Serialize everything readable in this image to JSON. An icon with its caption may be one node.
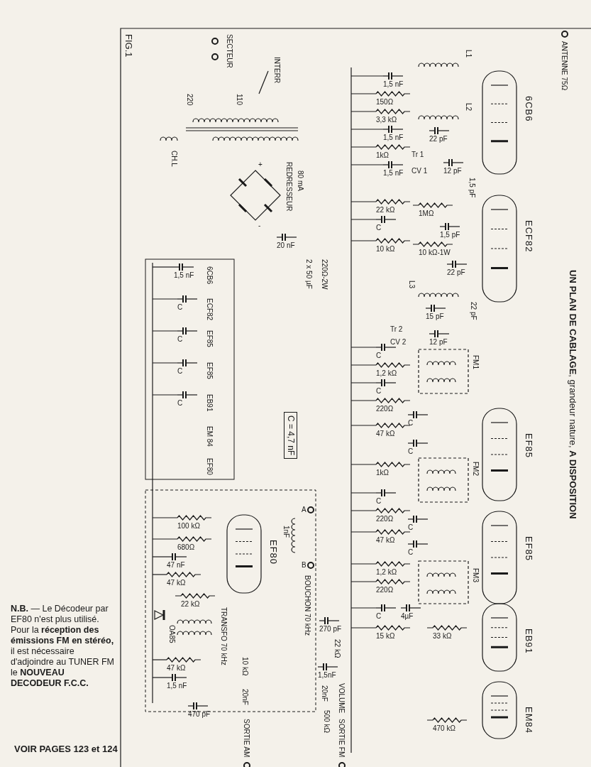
{
  "diagram": {
    "title": "FIG.1",
    "caption": "**UN PLAN DE CABLAGE**, grandeur nature, **A DISPOSITION**",
    "labels": [
      "SECTEUR",
      "INTERR",
      "220",
      "110",
      "CH.L",
      "REDRESSEUR",
      "80 mA",
      "+",
      "-",
      "ANTENNE 75Ω",
      "L1",
      "1,5 nF",
      "150Ω",
      "3,3 kΩ",
      "1,5 nF",
      "1kΩ",
      "L2",
      "1,5 nF",
      "22 pF",
      "Tr 1",
      "CV 1",
      "12 pF",
      "1,5 pF",
      "6CB6",
      "22 kΩ",
      "1MΩ",
      "C",
      "1,5 pF",
      "10 kΩ-1W",
      "10 kΩ",
      "22 pF",
      "ECF82",
      "L3",
      "22 pF",
      "15 pF",
      "Tr 2",
      "CV 2",
      "12 pF",
      "FM1",
      "C",
      "1,2 kΩ",
      "C",
      "220Ω",
      "C",
      "47 kΩ",
      "C",
      "EF85",
      "1kΩ",
      "FM2",
      "C",
      "220Ω",
      "C",
      "47 kΩ",
      "C",
      "EF85",
      "1,2 kΩ",
      "220Ω",
      "FM3",
      "C",
      "4µF",
      "15 kΩ",
      "33 kΩ",
      "EB91",
      "EM84",
      "470 kΩ",
      "20 nF",
      "2 x 50 µF",
      "220Ω-2W",
      "C = 4,7 nF",
      "1,5 nF",
      "C",
      "C",
      "C",
      "C",
      "6CB6",
      "ECF82",
      "EF85",
      "EF85",
      "EB91",
      "EM 84",
      "EF80",
      "100 kΩ",
      "680Ω",
      "47 nF",
      "47 kΩ",
      "22 kΩ",
      "EF80",
      "1nF",
      "A",
      "B",
      "BOUCHON 70 kHz",
      "TRANSFO 70 kHz",
      "OA85",
      "47 kΩ",
      "1,5 nF",
      "10 kΩ",
      "470 pF",
      "20nF",
      "SORTIE AM",
      "270 pF",
      "22 kΩ",
      "1,5nF",
      "20nF",
      "500 kΩ",
      "VOLUME",
      "SORTIE FM",
      "**N.B.** — Le Décodeur par EF80 n'est plus utilisé. Pour la **réception des émissions FM en stéréo,** il est nécessaire d'adjoindre au TUNER FM le **NOUVEAU DECODEUR F.C.C.**",
      "VOIR PAGES 123 et 124"
    ]
  }
}
